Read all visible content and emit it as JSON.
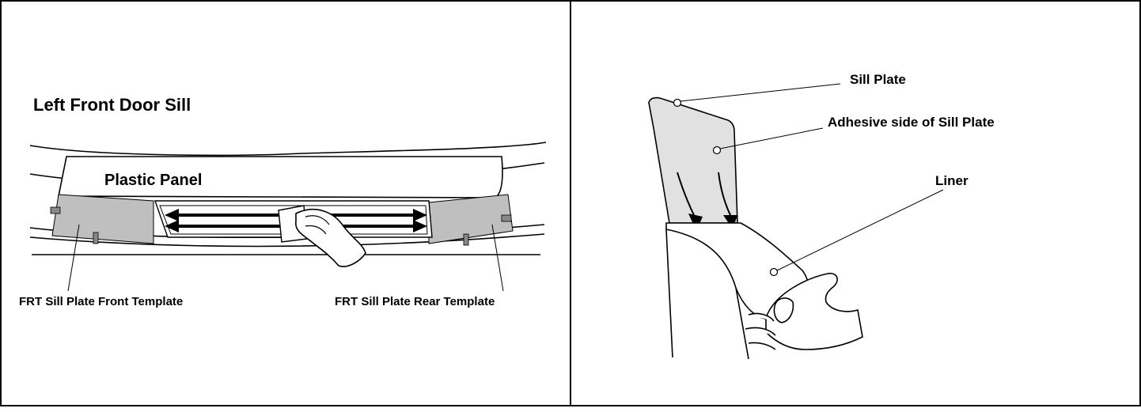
{
  "left_panel": {
    "title": "Left Front Door Sill",
    "panel_label": "Plastic Panel",
    "front_template_label": "FRT Sill Plate Front Template",
    "rear_template_label": "FRT Sill Plate Rear Template"
  },
  "right_panel": {
    "sill_plate_label": "Sill Plate",
    "adhesive_label": "Adhesive side of Sill Plate",
    "liner_label": "Liner"
  },
  "colors": {
    "line": "#000000",
    "template_fill": "#bfbfbf",
    "plate_fill": "#e1e1e1",
    "background": "#ffffff"
  }
}
